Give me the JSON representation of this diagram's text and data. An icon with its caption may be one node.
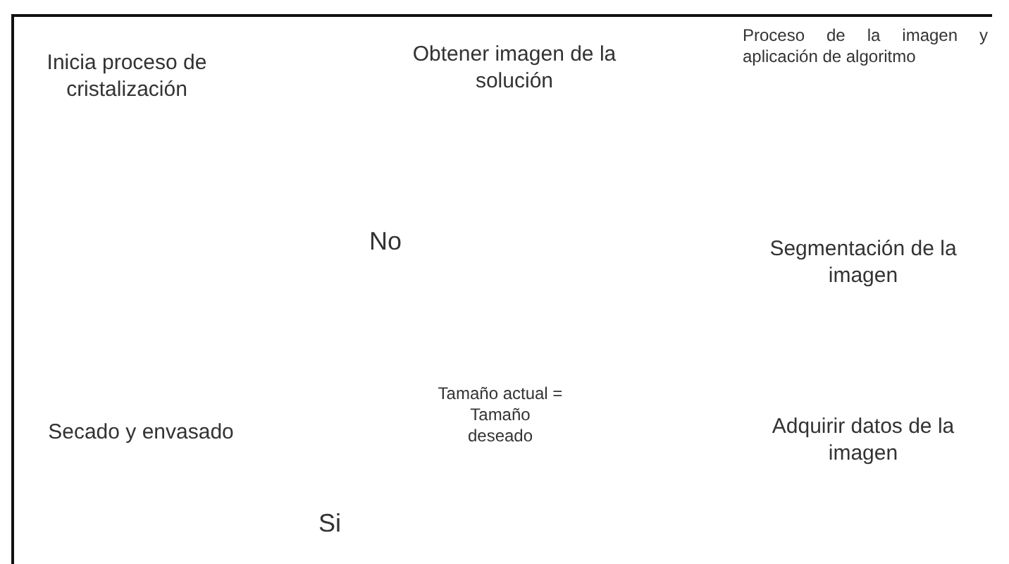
{
  "diagram": {
    "labels": [
      "Inicia proceso de cristalización",
      "Obtener imagen de la solución",
      "Proceso de la imagen y aplicación de algoritmo",
      "No",
      "Segmentación de la imagen",
      "Tamaño actual = Tamaño deseado",
      "Secado y envasado",
      "Adquirir datos de la imagen",
      "Si"
    ]
  }
}
